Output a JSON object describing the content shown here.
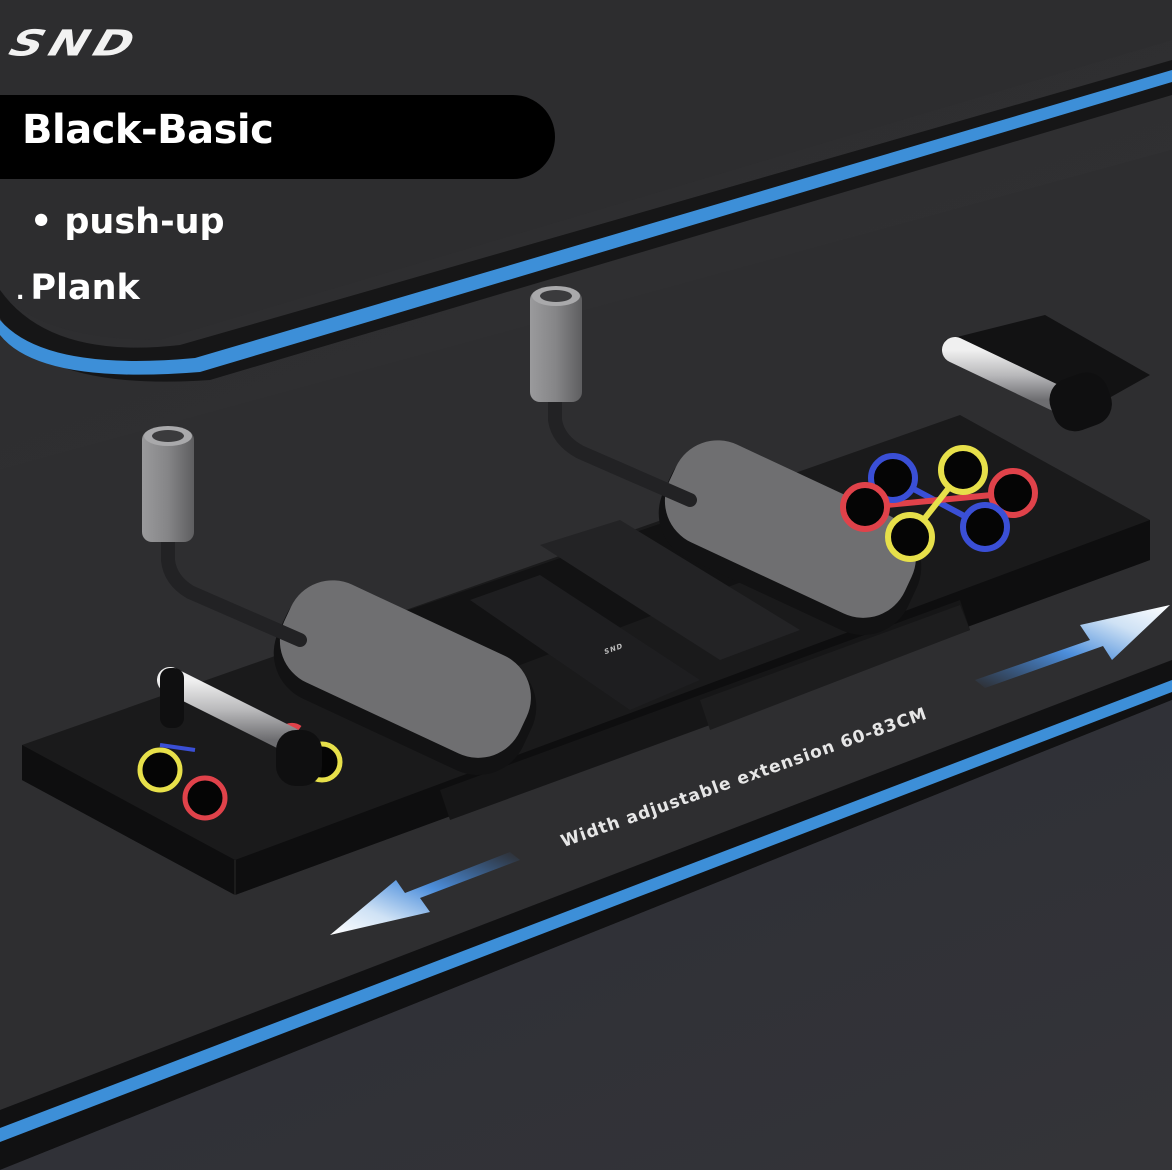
{
  "brand": {
    "logo_text": "SND"
  },
  "variant": {
    "title": "Black-Basic"
  },
  "features": [
    {
      "bullet": "•",
      "label": "push-up"
    },
    {
      "bullet": ".",
      "label": "Plank"
    }
  ],
  "product": {
    "extension_label": "Width adjustable extension 60-83CM",
    "embossed_logo": "SND",
    "board_color": "#1a1a1b",
    "pad_color": "#6f6f71",
    "handle_grip_color": "#8d8d8f",
    "bar_color": "#c8c8ca",
    "hole_colors": {
      "blue": "#3a4fd6",
      "yellow": "#e7e04a",
      "red": "#e0424a"
    }
  },
  "colors": {
    "accent_stripe": "#3d8fd8",
    "background": "#2c2c2e",
    "title_pill": "#000000",
    "text": "#ffffff"
  },
  "icons": {
    "arrow_right": "extension-arrow-right-icon",
    "arrow_left": "extension-arrow-left-icon"
  }
}
